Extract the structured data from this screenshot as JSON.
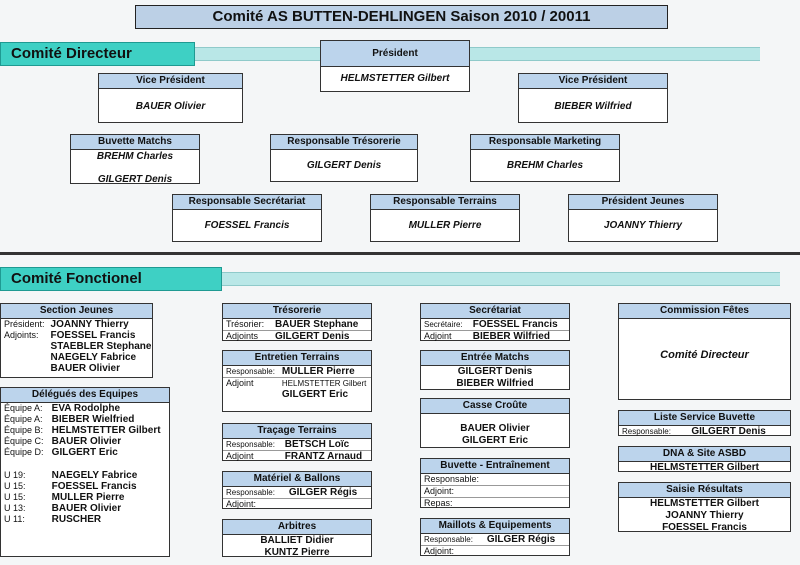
{
  "title": "Comité  AS BUTTEN-DEHLINGEN    Saison 2010 / 20011",
  "directeur": {
    "label": "Comité  Directeur",
    "president": {
      "title": "Président",
      "name": "HELMSTETTER Gilbert"
    },
    "vp1": {
      "title": "Vice Président",
      "name": "BAUER Olivier"
    },
    "vp2": {
      "title": "Vice Président",
      "name": "BIEBER Wilfried"
    },
    "buvette": {
      "title": "Buvette Matchs",
      "name1": "BREHM Charles",
      "name2": "GILGERT Denis"
    },
    "tresorerie": {
      "title": "Responsable Trésorerie",
      "name": "GILGERT Denis"
    },
    "marketing": {
      "title": "Responsable Marketing",
      "name": "BREHM Charles"
    },
    "secretariat": {
      "title": "Responsable Secrétariat",
      "name": "FOESSEL Francis"
    },
    "terrains": {
      "title": "Responsable Terrains",
      "name": "MULLER Pierre"
    },
    "jeunes": {
      "title": "Président Jeunes",
      "name": "JOANNY Thierry"
    }
  },
  "fonctionel": {
    "label": "Comité Fonctionel",
    "section_jeunes": {
      "title": "Section Jeunes",
      "president_label": "Président:",
      "president": "JOANNY Thierry",
      "adjoints_label": "Adjoints:",
      "adjoints": [
        "FOESSEL Francis",
        "STAEBLER Stephane",
        "NAEGELY Fabrice",
        "BAUER Olivier"
      ]
    },
    "delegues": {
      "title": "Délégués des Equipes",
      "equipes": [
        {
          "label": "Équipe A:",
          "name": "EVA Rodolphe"
        },
        {
          "label": "Équipe A:",
          "name": "BIEBER Wielfried"
        },
        {
          "label": "Équipe B:",
          "name": "HELMSTETTER Gilbert"
        },
        {
          "label": "Équipe C:",
          "name": "BAUER Olivier"
        },
        {
          "label": "Équipe D:",
          "name": "GILGERT Eric"
        }
      ],
      "jeunes": [
        {
          "label": "U 19:",
          "name": "NAEGELY Fabrice"
        },
        {
          "label": "U 15:",
          "name": "FOESSEL Francis"
        },
        {
          "label": "U 15:",
          "name": "MULLER Pierre"
        },
        {
          "label": "U 13:",
          "name": "BAUER Olivier"
        },
        {
          "label": "U 11:",
          "name": "RUSCHER"
        }
      ]
    },
    "tresorerie": {
      "title": "Trésorerie",
      "l1": "Trésorier:",
      "v1": "BAUER Stephane",
      "l2": "Adjoints",
      "v2": "GILGERT Denis"
    },
    "entretien": {
      "title": "Entretien Terrains",
      "l1": "Responsable:",
      "v1": "MULLER Pierre",
      "l2": "Adjoint",
      "v2": "HELMSTETTER Gilbert",
      "v3": "GILGERT Eric"
    },
    "tracage": {
      "title": "Traçage Terrains",
      "l1": "Responsable:",
      "v1": "BETSCH Loïc",
      "l2": "Adjoint",
      "v2": "FRANTZ Arnaud"
    },
    "materiel": {
      "title": "Matériel & Ballons",
      "l1": "Responsable:",
      "v1": "GILGER Régis",
      "l2": "Adjoint:"
    },
    "arbitres": {
      "title": "Arbitres",
      "names": [
        "BALLIET Didier",
        "KUNTZ Pierre"
      ]
    },
    "secretariat": {
      "title": "Secrétariat",
      "l1": "Secrétaire:",
      "v1": "FOESSEL Francis",
      "l2": "Adjoint",
      "v2": "BIEBER Wilfried"
    },
    "entree": {
      "title": "Entrée Matchs",
      "names": [
        "GILGERT Denis",
        "BIEBER Wilfried"
      ]
    },
    "casse": {
      "title": "Casse Croûte",
      "names": [
        "BAUER Olivier",
        "GILGERT Eric"
      ]
    },
    "buvette_ent": {
      "title": "Buvette - Entraînement",
      "rows": [
        "Responsable:",
        "Adjoint:",
        "Repas:"
      ]
    },
    "maillots": {
      "title": "Maillots & Equipements",
      "l1": "Responsable:",
      "v1": "GILGER Régis",
      "l2": "Adjoint:"
    },
    "fetes": {
      "title": "Commission Fêtes",
      "body": "Comité Directeur"
    },
    "liste_buvette": {
      "title": "Liste Service Buvette",
      "l1": "Responsable:",
      "v1": "GILGERT Denis"
    },
    "dna": {
      "title": "DNA & Site ASBD",
      "name": "HELMSTETTER Gilbert"
    },
    "saisie": {
      "title": "Saisie Résultats",
      "names": [
        "HELMSTETTER Gilbert",
        "JOANNY Thierry",
        "FOESSEL Francis"
      ]
    }
  }
}
